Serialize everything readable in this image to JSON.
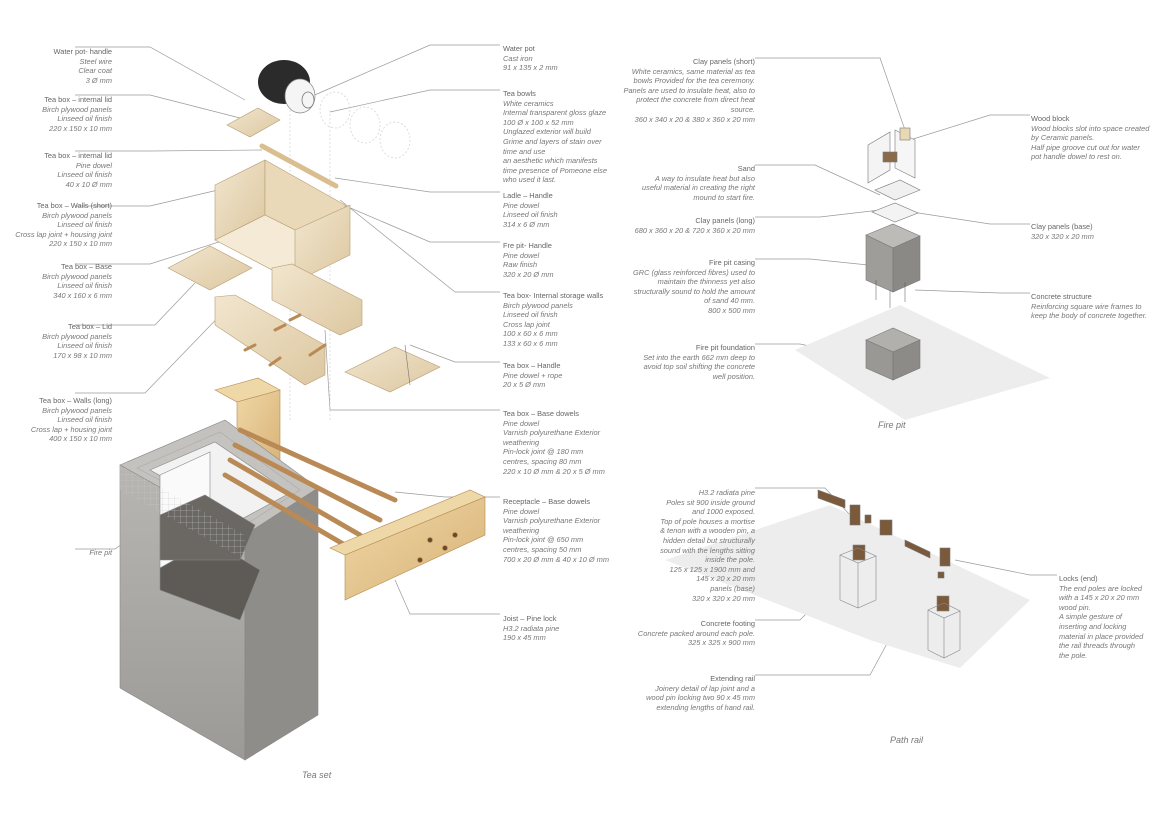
{
  "captions": {
    "tea_set": "Tea set",
    "fire_pit": "Fire pit",
    "path_rail": "Path rail"
  },
  "tea_set_left": [
    {
      "title": "Water pot- handle",
      "lines": [
        "Steel wire",
        "Clear coat",
        "3 Ø mm"
      ]
    },
    {
      "title": "Tea box – internal lid",
      "lines": [
        "Birch plywood panels",
        "Linseed oil finish",
        "220 x 150 x 10 mm"
      ]
    },
    {
      "title": "Tea box – internal lid",
      "lines": [
        "Pine dowel",
        "Linseed oil finish",
        "40 x 10 Ø mm"
      ]
    },
    {
      "title": "Tea box – Walls (short)",
      "lines": [
        "Birch plywood panels",
        "Linseed oil finish",
        "Cross lap joint + housing joint",
        "220 x 150 x 10 mm"
      ]
    },
    {
      "title": "Tea box – Base",
      "lines": [
        "Birch plywood panels",
        "Linseed oil finish",
        "340 x 160 x 6 mm"
      ]
    },
    {
      "title": "Tea box – Lid",
      "lines": [
        "Birch plywood panels",
        "Linseed oil finish",
        "170 x 98 x 10 mm"
      ]
    },
    {
      "title": "Tea box – Walls (long)",
      "lines": [
        "Birch plywood panels",
        "Linseed oil finish",
        "Cross lap + housing joint",
        "400 x 150 x 10 mm"
      ]
    },
    {
      "title": "",
      "lines": [
        "Fire pit"
      ]
    }
  ],
  "tea_set_right": [
    {
      "title": "Water pot",
      "lines": [
        "Cast iron",
        "91 x 135 x 2 mm"
      ]
    },
    {
      "title": "Tea bowls",
      "lines": [
        "White ceramics",
        "Internal transparent gloss glaze",
        "100 Ø x 100 x 52 mm",
        "Unglazed exterior will build",
        "Grime and layers of stain over",
        "time and use",
        "an aesthetic which manifests",
        "time presence of Pomeone else",
        "who used it last."
      ]
    },
    {
      "title": "Ladle – Handle",
      "lines": [
        "Pine dowel",
        "Linseed oil finish",
        "314 x 6 Ø mm"
      ]
    },
    {
      "title": "Fre pit- Handle",
      "lines": [
        "Pine dowel",
        "Raw finish",
        "320 x 20 Ø mm"
      ]
    },
    {
      "title": "Tea box- Internal storage walls",
      "lines": [
        "Birch plywood panels",
        "Linseed oil finish",
        "Cross lap joint",
        "100 x 60 x 6 mm",
        "133 x 60 x 6 mm"
      ]
    },
    {
      "title": "Tea box – Handle",
      "lines": [
        "Pine dowel + rope",
        "20 x 5 Ø mm"
      ]
    },
    {
      "title": "Tea box – Base dowels",
      "lines": [
        "Pine dowel",
        "Varnish polyurethane Exterior",
        "weathering",
        "Pin-lock joint @ 180 mm",
        "centres, spacing 80 mm",
        "220 x 10 Ø mm & 20 x 5 Ø mm"
      ]
    },
    {
      "title": "Receptacle – Base dowels",
      "lines": [
        "Pine dowel",
        "Varnish polyurethane Exterior",
        "weathering",
        "Pin-lock joint @ 650 mm",
        "centres, spacing 50 mm",
        "700 x 20 Ø mm & 40 x 10 Ø mm"
      ]
    },
    {
      "title": "Joist – Pine lock",
      "lines": [
        "H3.2 radiata pine",
        "190 x 45 mm"
      ]
    }
  ],
  "fire_pit_left": [
    {
      "title": "Clay panels (short)",
      "lines": [
        "White ceramics, same material as tea",
        "bowls Provided for the tea ceremony.",
        "Panels are used to insulate heat, also to",
        "protect the concrete from direct heat",
        "source.",
        "360 x 340 x 20 & 380 x 360 x 20 mm"
      ]
    },
    {
      "title": "Sand",
      "lines": [
        "A way to insulate heat but also",
        "useful material in creating the right",
        "mound to start fire."
      ]
    },
    {
      "title": "Clay panels (long)",
      "lines": [
        "680 x 360 x 20 & 720 x 360 x 20 mm"
      ]
    },
    {
      "title": "Fire pit casing",
      "lines": [
        "GRC (glass reinforced fibres) used to",
        "maintain the thinness yet also",
        "structurally sound to hold the amount",
        "of sand 40 mm.",
        "800 x 500 mm"
      ]
    },
    {
      "title": "Fire pit foundation",
      "lines": [
        "Set into the earth 662 mm deep to",
        "avoid top soil shifting the concrete",
        "well position."
      ]
    }
  ],
  "fire_pit_right": [
    {
      "title": "Wood block",
      "lines": [
        "Wood blocks slot into space created",
        "by Ceramic panels.",
        "Half pipe groove cut out for water",
        "pot handle dowel to rest on."
      ]
    },
    {
      "title": "Clay panels (base)",
      "lines": [
        "320 x 320 x 20 mm"
      ]
    },
    {
      "title": "Concrete structure",
      "lines": [
        "Reinforcing square wire frames to",
        "keep the body of concrete together."
      ]
    }
  ],
  "path_rail_left": [
    {
      "title": "",
      "lines": [
        "H3.2 radiata pine",
        "Poles sit 900 inside ground",
        "and 1000 exposed.",
        "Top of pole houses a mortise",
        "& tenon with a wooden pin, a",
        "hidden detail but structurally",
        "sound with the lengths sitting",
        "inside the pole.",
        "125 x 125 x 1900 mm and",
        "145 x 20 x 20 mm",
        "panels (base)",
        "320 x 320 x 20 mm"
      ]
    },
    {
      "title": "Concrete footing",
      "lines": [
        "Concrete packed around each pole.",
        "325 x 325 x 900 mm"
      ]
    },
    {
      "title": "Extending rail",
      "lines": [
        "Joinery detail of lap joint and a",
        "wood pin locking two 90 x 45 mm",
        "extending lengths of hand rail."
      ]
    }
  ],
  "path_rail_right": [
    {
      "title": "Locks (end)",
      "lines": [
        "The end poles are locked",
        "with a 145 x 20 x 20 mm",
        "wood pin.",
        "A simple gesture of",
        "inserting and locking",
        "material in place provided",
        "the rail threads through",
        "the pole."
      ]
    }
  ],
  "colors": {
    "wood": "#e3c48e",
    "wood_dark": "#c9a163",
    "concrete": "#a9a7a3",
    "dark_wood": "#7a5a3a",
    "line": "#9a9a9a"
  }
}
